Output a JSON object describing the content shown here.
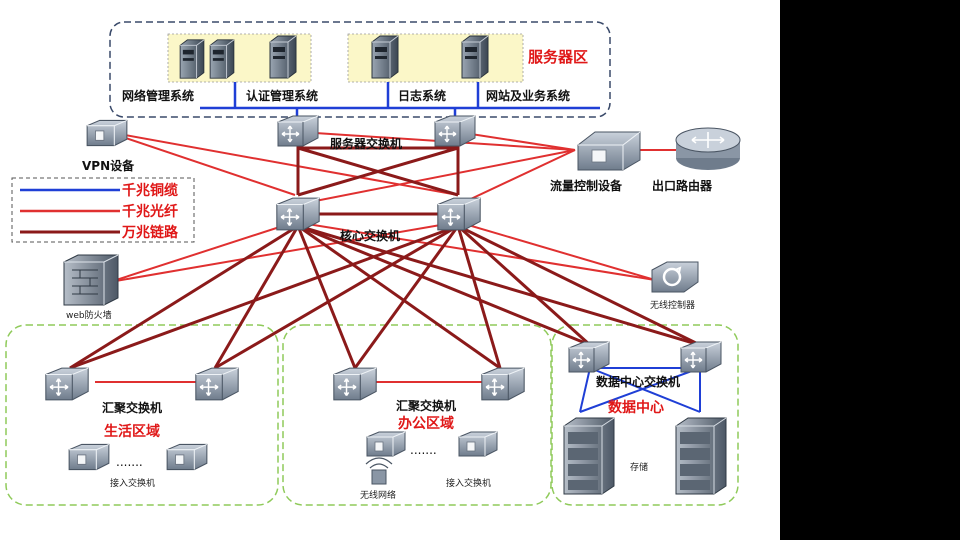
{
  "server_zone": {
    "title": "服务器区",
    "systems": [
      "网络管理系统",
      "认证管理系统",
      "日志系统",
      "网站及业务系统"
    ]
  },
  "legend": {
    "items": [
      {
        "label": "千兆铜缆",
        "color": "#1f3fd6"
      },
      {
        "label": "千兆光纤",
        "color": "#e03030"
      },
      {
        "label": "万兆链路",
        "color": "#8b1a1a"
      }
    ]
  },
  "labels": {
    "vpn": "VPN设备",
    "server_switch": "服务器交换机",
    "flow_ctrl": "流量控制设备",
    "exit_router": "出口路由器",
    "core_switch": "核心交换机",
    "web_firewall": "web防火墙",
    "wireless_ctrl": "无线控制器",
    "agg_switch_left": "汇聚交换机",
    "agg_switch_mid": "汇聚交换机",
    "dc_switch": "数据中心交换机",
    "access_left": "接入交换机",
    "access_mid": "接入交换机",
    "wireless_net": "无线网络",
    "storage": "存储",
    "dots": "......."
  },
  "zones": {
    "life": "生活区域",
    "office": "办公区域",
    "datacenter": "数据中心"
  },
  "colors": {
    "cu": "#1f3fd6",
    "fiber": "#e03030",
    "tengig": "#8b1a1a",
    "zone_dash": "#8fca5a",
    "server_dash": "#3a4a6a",
    "zone_title": "#e01818"
  }
}
